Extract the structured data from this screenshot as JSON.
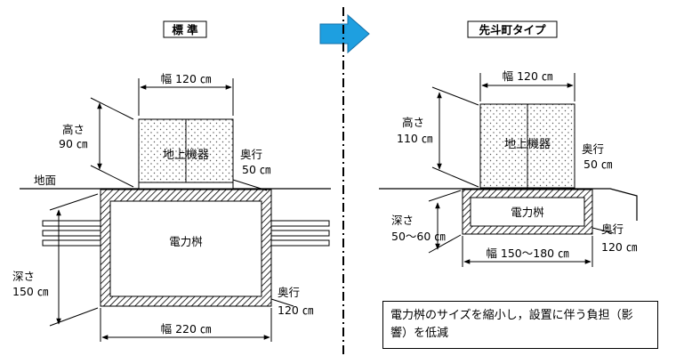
{
  "titles": {
    "left": "標 準",
    "right": "先斗町タイプ"
  },
  "standard": {
    "width_label": "幅 120 ㎝",
    "height_label_1": "高さ",
    "height_label_2": "90 ㎝",
    "equipment_label": "地上機器",
    "equip_depth_1": "奥行",
    "equip_depth_2": "50 ㎝",
    "ground_label": "地面",
    "vault_label": "電力桝",
    "depth_label_1": "深さ",
    "depth_label_2": "150 ㎝",
    "vault_depth_1": "奥行",
    "vault_depth_2": "120 ㎝",
    "vault_width_label": "幅 220 ㎝"
  },
  "pontocho": {
    "width_label": "幅 120 ㎝",
    "height_label_1": "高さ",
    "height_label_2": "110 ㎝",
    "equipment_label": "地上機器",
    "equip_depth_1": "奥行",
    "equip_depth_2": "50 ㎝",
    "vault_label": "電力桝",
    "depth_label_1": "深さ",
    "depth_label_2": "50～60 ㎝",
    "vault_depth_1": "奥行",
    "vault_depth_2": "120 ㎝",
    "vault_width_label": "幅 150～180 ㎝"
  },
  "note": "電力桝のサイズを縮小し，設置に伴う負担（影響）を低減",
  "colors": {
    "arrow_fill": "#1e9fe0",
    "arrow_stroke": "#1570a8",
    "line": "#000000"
  }
}
